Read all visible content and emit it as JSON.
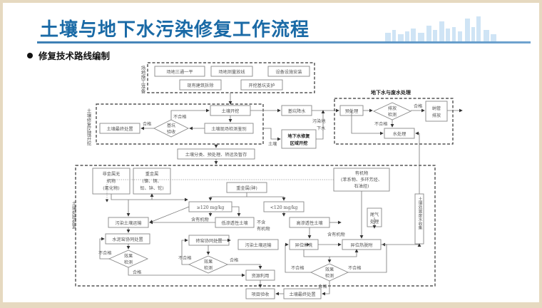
{
  "slide": {
    "title": "土壤与地下水污染修复工作流程",
    "bullet": "修复技术路线编制"
  },
  "diagram": {
    "groups": {
      "site_prep": "场地施工准备",
      "soil_excavation": "土壤修复区域开挖",
      "water_treatment": "地下水与废水处理",
      "soil_treatment": "土壤处理处置"
    },
    "nodes": {
      "site_level": "场地三通一平",
      "site_survey": "场地测量放线",
      "equipment_install": "设备设施安装",
      "demolition": "现有建筑拆除",
      "pit_support": "开挖基坑支护",
      "soil_excavate": "土壤开挖",
      "soil_final_disposal_top": "土壤最终处置",
      "pit_acceptance_l1": "基坑",
      "pit_acceptance_l2": "验收",
      "soil_site_test": "土壤现场检测鉴别",
      "pit_dewatering": "基坑降水",
      "gw_excavation_l1": "地下水修复",
      "gw_excavation_l2": "区域开挖",
      "pretreatment": "预处理",
      "discharge_test_l1": "排放",
      "discharge_test_l2": "检测",
      "sewer_l1": "纳管",
      "sewer_l2": "排放",
      "water_treatment": "水处理",
      "soil_classify": "土壤分类、预处理、转运及暂存",
      "nonmetal_l1": "非金属无",
      "nonmetal_l2": "机物",
      "nonmetal_l3": "(氰化物)",
      "heavy_metal_l1": "重金属",
      "heavy_metal_l2": "(镍、铜、",
      "heavy_metal_l3": "铅、锌、铊)",
      "organics_l1": "有机物",
      "organics_l2": "(苯系物、多环芳烃、",
      "organics_l3": "石油烃)",
      "arsenic": "重金属(砷)",
      "ge120": "≥120 mg/kg",
      "lt120": "<120 mg/kg",
      "contaminated_transport_1": "污染土壤运输",
      "low_perm": "低渗透性土壤",
      "high_perm": "高渗透性土壤",
      "cement_kiln": "水泥窑协同处置",
      "brick_kiln": "砖窑协同处置",
      "contaminated_transport_2": "污染土壤运输",
      "exsitu_wash": "异位淋洗",
      "exsitu_thermal": "异位热脱附",
      "tail_gas_l1": "尾气",
      "tail_gas_l2": "处理",
      "effect_test_l1": "效果",
      "effect_test_l2": "检测",
      "resource_use": "资源利用",
      "project_acceptance": "项目验收",
      "soil_final_disposal_bottom": "土壤最终处置",
      "wastewater_collect": "土壤处置废水收集"
    },
    "edge_labels": {
      "pass": "合格",
      "fail": "不合格",
      "soil": "土壤",
      "polluted_gw_l1": "污染地",
      "polluted_gw_l2": "下水",
      "contains_organics": "含有机物",
      "no_organics_l1": "不含",
      "no_organics_l2": "有机物"
    }
  }
}
